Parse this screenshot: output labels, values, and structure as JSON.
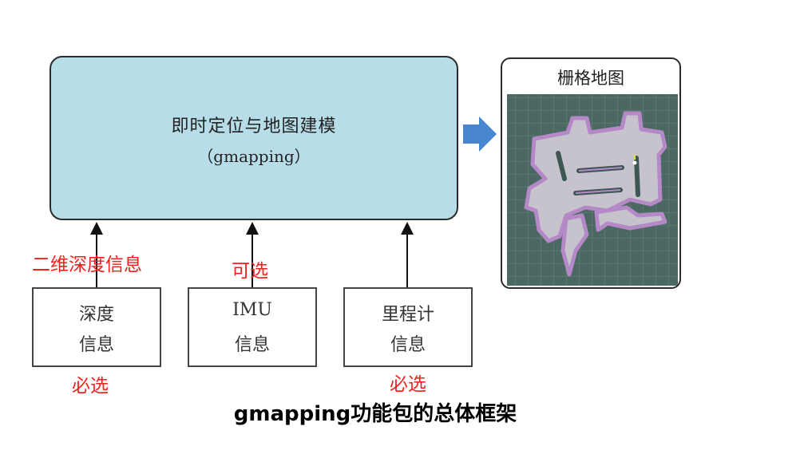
{
  "main_box": {
    "title": "即时定位与地图建模",
    "subtitle": "（gmapping）"
  },
  "inputs": [
    {
      "line1": "深度",
      "line2": "信息",
      "top_label": "二维深度信息",
      "bottom_label": "必选"
    },
    {
      "line1": "IMU",
      "line2": "信息",
      "top_label": "可选",
      "bottom_label": ""
    },
    {
      "line1": "里程计",
      "line2": "信息",
      "top_label": "",
      "bottom_label": "必选"
    }
  ],
  "map": {
    "title": "栅格地图"
  },
  "caption": "gmapping功能包的总体框架",
  "colors": {
    "main_fill": "#b7dde8",
    "arrow_blue": "#4a86d0",
    "label_red": "#f2201d",
    "map_bg": "#4c6863",
    "map_free": "#c7c3cd",
    "map_edge": "#b589c8"
  }
}
